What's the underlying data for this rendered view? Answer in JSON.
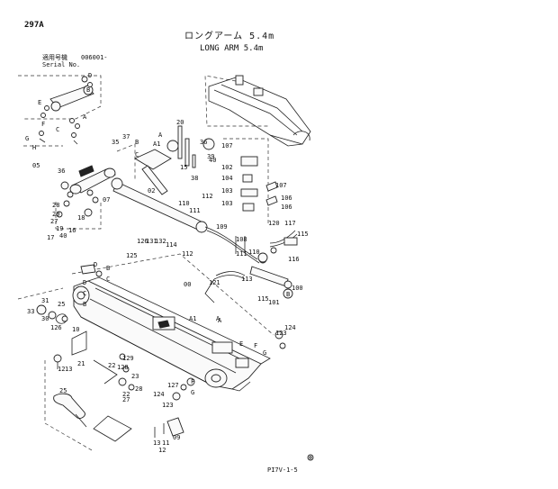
{
  "header": {
    "page_number": "297A",
    "title_jp": "ロングアーム 5.4m",
    "title_en": "LONG ARM 5.4m",
    "serial_label_jp": "適用号機",
    "serial_number": "006001-",
    "serial_label_en": "Serial No."
  },
  "footer": {
    "code": "PI7V-1-5"
  },
  "part_labels": [
    "D",
    "E",
    "A",
    "B",
    "C",
    "F",
    "G",
    "H",
    "05",
    "36",
    "35",
    "37",
    "20",
    "A1",
    "A",
    "B",
    "C",
    "15",
    "39",
    "38",
    "40",
    "36",
    "107",
    "102",
    "104",
    "103",
    "103",
    "107",
    "106",
    "106",
    "02",
    "07",
    "28",
    "29",
    "27",
    "18",
    "16",
    "17",
    "19",
    "40",
    "110",
    "112",
    "111",
    "108",
    "120",
    "117",
    "115",
    "116",
    "109",
    "111",
    "110",
    "126",
    "131",
    "132",
    "125",
    "114",
    "112",
    "D",
    "B",
    "C",
    "00",
    "124",
    "123",
    "F",
    "A",
    "G",
    "E",
    "D",
    "C",
    "B",
    "33",
    "31",
    "30",
    "25",
    "126",
    "10",
    "12",
    "13",
    "25",
    "22",
    "23",
    "27",
    "28",
    "127",
    "129",
    "128",
    "124",
    "123",
    "G",
    "F",
    "A1",
    "A",
    "121",
    "113",
    "115",
    "101",
    "100",
    "B",
    "09",
    "13",
    "11",
    "12",
    "21",
    "22"
  ]
}
